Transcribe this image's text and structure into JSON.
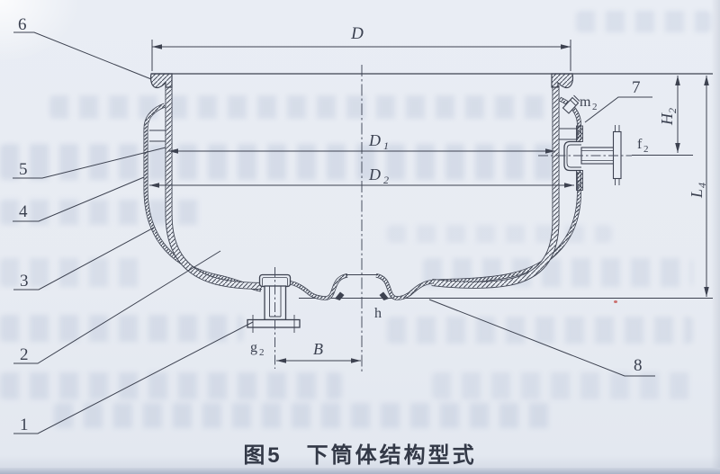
{
  "page": {
    "caption": "图5　下筒体结构型式"
  },
  "parts": {
    "labels": [
      "1",
      "2",
      "3",
      "4",
      "5",
      "6",
      "7",
      "8"
    ]
  },
  "dims": {
    "D": {
      "main": "D",
      "sub": ""
    },
    "D1": {
      "main": "D",
      "sub": "1"
    },
    "D2": {
      "main": "D",
      "sub": "2"
    },
    "H2": {
      "main": "H",
      "sub": "2"
    },
    "L4": {
      "main": "L",
      "sub": "4"
    },
    "B": {
      "main": "B",
      "sub": ""
    },
    "h": {
      "main": "h",
      "sub": ""
    },
    "m2": {
      "main": "m",
      "sub": "2"
    },
    "f2": {
      "main": "f",
      "sub": "2"
    },
    "g2": {
      "main": "g",
      "sub": "2"
    }
  },
  "colors": {
    "ink": "#3d4250",
    "paper": "#e9edf4",
    "caption_text": "#333947"
  }
}
